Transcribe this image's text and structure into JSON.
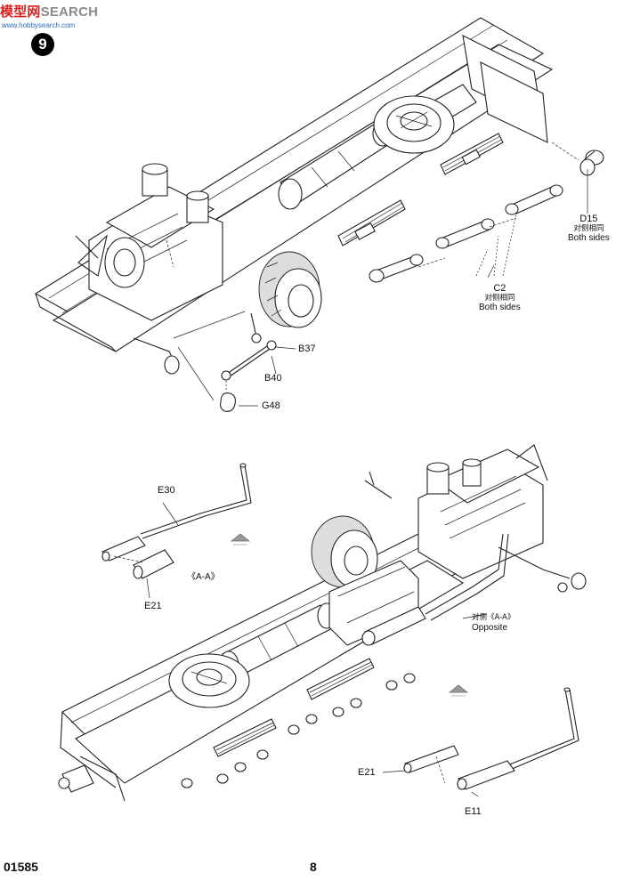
{
  "header": {
    "watermark_cn": "模型网",
    "watermark_en": "SEARCH",
    "watermark_url": "www.hobbysearch.com",
    "step_number": "9"
  },
  "labels": {
    "d15": {
      "part": "D15",
      "cn": "对侧相同",
      "en": "Both sides"
    },
    "c2": {
      "part": "C2",
      "cn": "对侧相同",
      "en": "Both sides"
    },
    "b37": "B37",
    "b40": "B40",
    "g48": "G48",
    "e30": "E30",
    "aa_left": "《A-A》",
    "e21_top": "E21",
    "opposite": {
      "cn": "对侧《A-A》",
      "en": "Opposite"
    },
    "e21_bottom": "E21",
    "e11": "E11"
  },
  "footer": {
    "catalog_number": "01585",
    "page_number": "8"
  }
}
